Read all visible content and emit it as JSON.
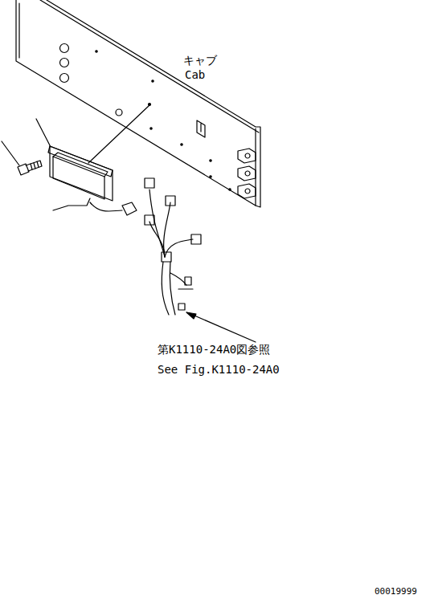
{
  "diagram": {
    "labels": [
      "キャブ",
      "Cab",
      "第K1110-24A0図参照",
      "See Fig.K1110-24A0",
      "00019999"
    ]
  }
}
